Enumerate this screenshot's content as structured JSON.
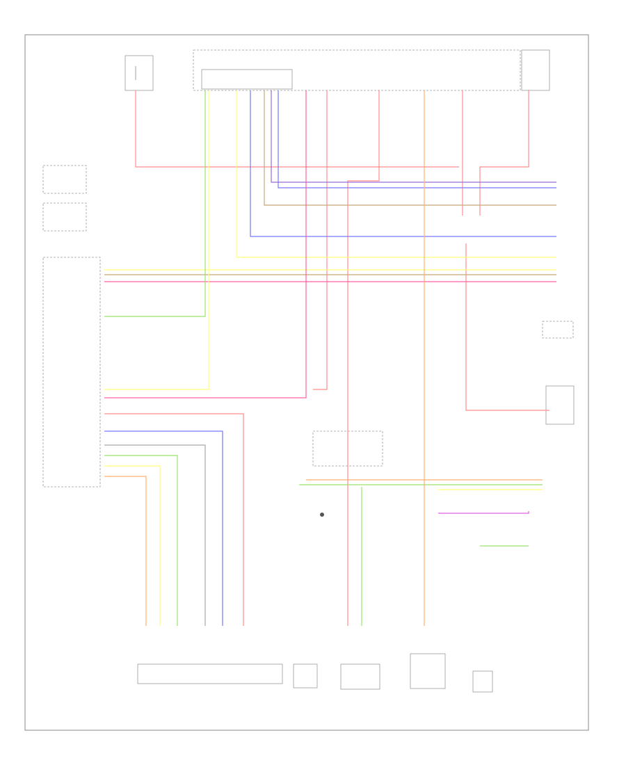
{
  "diagram": {
    "frame_label": "",
    "components": [
      {
        "id": "hot-at-all-times-fuse",
        "label": ""
      },
      {
        "id": "electronic-power-distribution",
        "label": ""
      },
      {
        "id": "steering-column-switch-unit",
        "label": ""
      },
      {
        "id": "steering-column-adjustment-switch",
        "label": ""
      },
      {
        "id": "electronic-steering-column-lock",
        "label": ""
      },
      {
        "id": "junction-connector",
        "label": ""
      },
      {
        "id": "electric-park-brake-switch",
        "label": ""
      },
      {
        "id": "ignition-switch-module",
        "label": ""
      },
      {
        "id": "transmission-range-sensor",
        "label": ""
      },
      {
        "id": "electric-fan",
        "label": ""
      },
      {
        "id": "electric-coolant-pump",
        "label": ""
      },
      {
        "id": "engine-coolant-temperature-sensor",
        "label": ""
      },
      {
        "id": "steering-column-adjustment-motor-assembly",
        "label": ""
      },
      {
        "id": "engine-control-module",
        "label": ""
      }
    ],
    "wire_colors": {
      "red": "#ff8c8c",
      "pink": "#ff5fa0",
      "yellow": "#ffff7a",
      "green": "#9be26a",
      "blue": "#7878ff",
      "violet": "#9a6ad6",
      "brown": "#c8a676",
      "orange": "#ffb070",
      "gray": "#a8a8a8",
      "magenta": "#e060e0"
    }
  }
}
